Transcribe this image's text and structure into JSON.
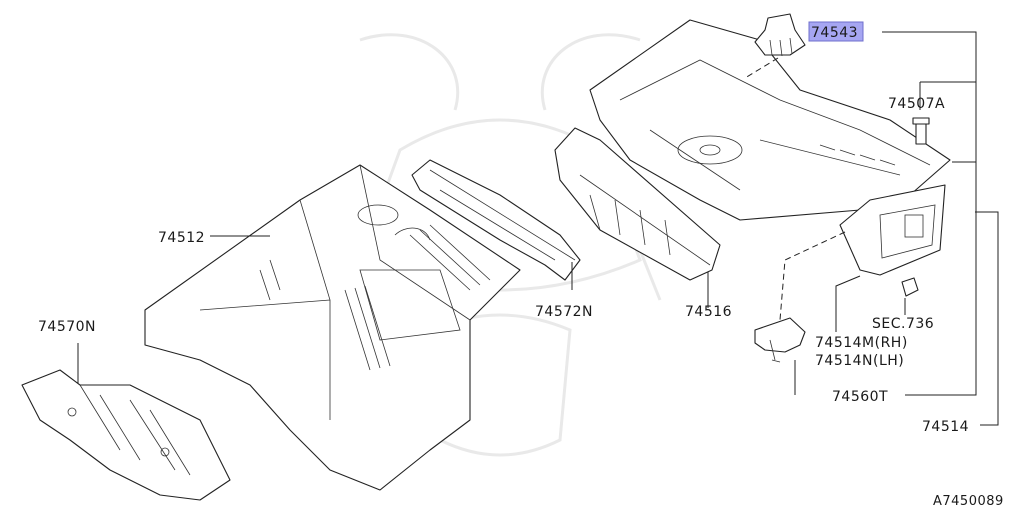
{
  "diagram_id": "A7450089",
  "highlight_color": "#a6a6f2",
  "callouts": [
    {
      "id": "74543",
      "text": "74543",
      "highlighted": true
    },
    {
      "id": "74507A",
      "text": "74507A"
    },
    {
      "id": "74512",
      "text": "74512"
    },
    {
      "id": "74570N",
      "text": "74570N"
    },
    {
      "id": "74572N",
      "text": "74572N"
    },
    {
      "id": "74516",
      "text": "74516"
    },
    {
      "id": "SEC736",
      "text": "SEC.736"
    },
    {
      "id": "74514M",
      "text": "74514M(RH)"
    },
    {
      "id": "74514N",
      "text": "74514N(LH)"
    },
    {
      "id": "74560T",
      "text": "74560T"
    },
    {
      "id": "74514",
      "text": "74514"
    }
  ],
  "icons": {
    "watermark": "samurai-helmet-watermark"
  }
}
